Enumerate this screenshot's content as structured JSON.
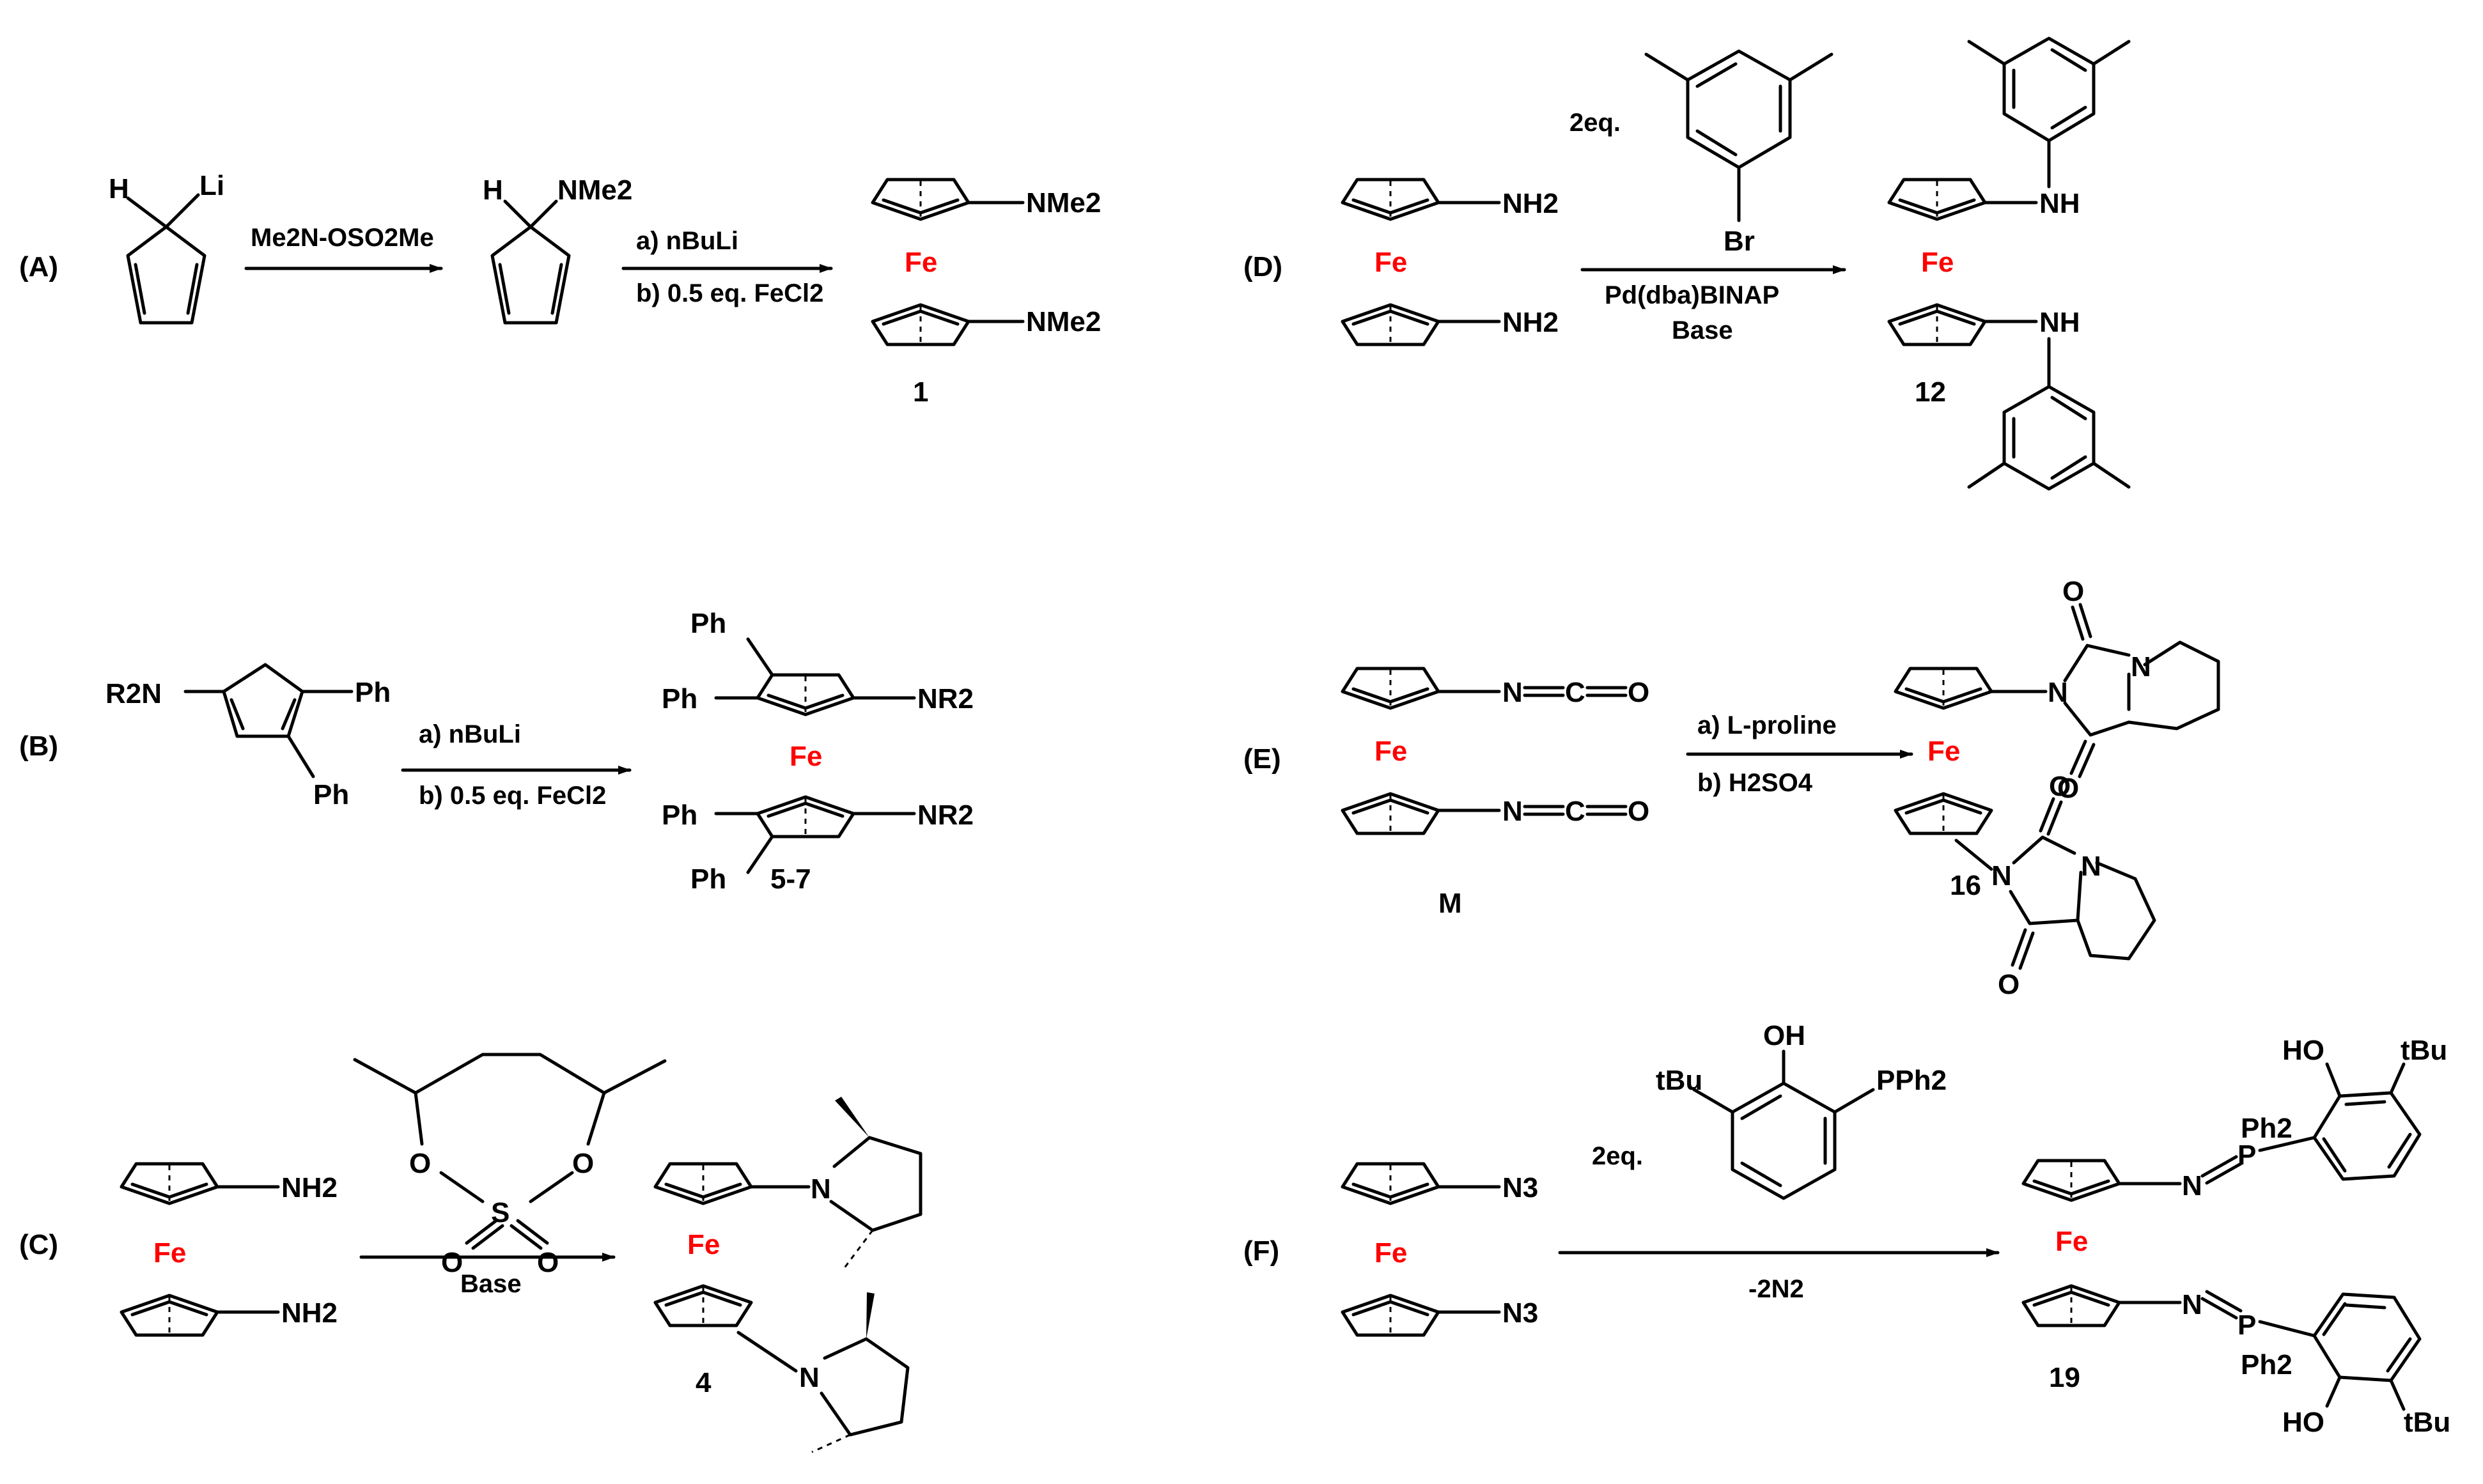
{
  "colors": {
    "iron": "#ff0000",
    "ink": "#000000",
    "background": "#ffffff"
  },
  "iron_symbol": "Fe",
  "panels": {
    "A": {
      "label": "(A)",
      "start_H": "H",
      "start_Li": "Li",
      "reagent": "Me2N-OSO2Me",
      "inter_H": "H",
      "inter_group": "NMe2",
      "step_a": "a) nBuLi",
      "step_b": "b) 0.5 eq. FeCl2",
      "product_group": "NMe2",
      "compound": "1"
    },
    "B": {
      "label": "(B)",
      "start_group": "R2N",
      "start_ph": "Ph",
      "step_a": "a) nBuLi",
      "step_b": "b) 0.5 eq. FeCl2",
      "product_ph": "Ph",
      "product_group": "NR2",
      "compound": "5-7"
    },
    "C": {
      "label": "(C)",
      "start_group": "NH2",
      "reagent_o": "O",
      "reagent_s": "S",
      "reagent_below": "Base",
      "product_n": "N",
      "compound": "4"
    },
    "D": {
      "label": "(D)",
      "start_group": "NH2",
      "reagent_eq": "2eq.",
      "reagent_br": "Br",
      "cond1": "Pd(dba)BINAP",
      "cond2": "Base",
      "product_group": "NH",
      "compound": "12"
    },
    "E": {
      "label": "(E)",
      "start_n": "N",
      "start_c": "C",
      "start_o": "O",
      "start_compound": "M",
      "step_a": "a) L-proline",
      "step_b": "b) H2SO4",
      "product_o": "O",
      "product_n": "N",
      "compound": "16"
    },
    "F": {
      "label": "(F)",
      "start_group": "N3",
      "reagent_eq": "2eq.",
      "reagent_oh": "OH",
      "reagent_tbu": "tBu",
      "reagent_pph2": "PPh2",
      "cond_below": "-2N2",
      "product_n": "N",
      "product_p": "P",
      "product_ph2": "Ph2",
      "product_ho": "HO",
      "product_tbu": "tBu",
      "compound": "19"
    }
  }
}
